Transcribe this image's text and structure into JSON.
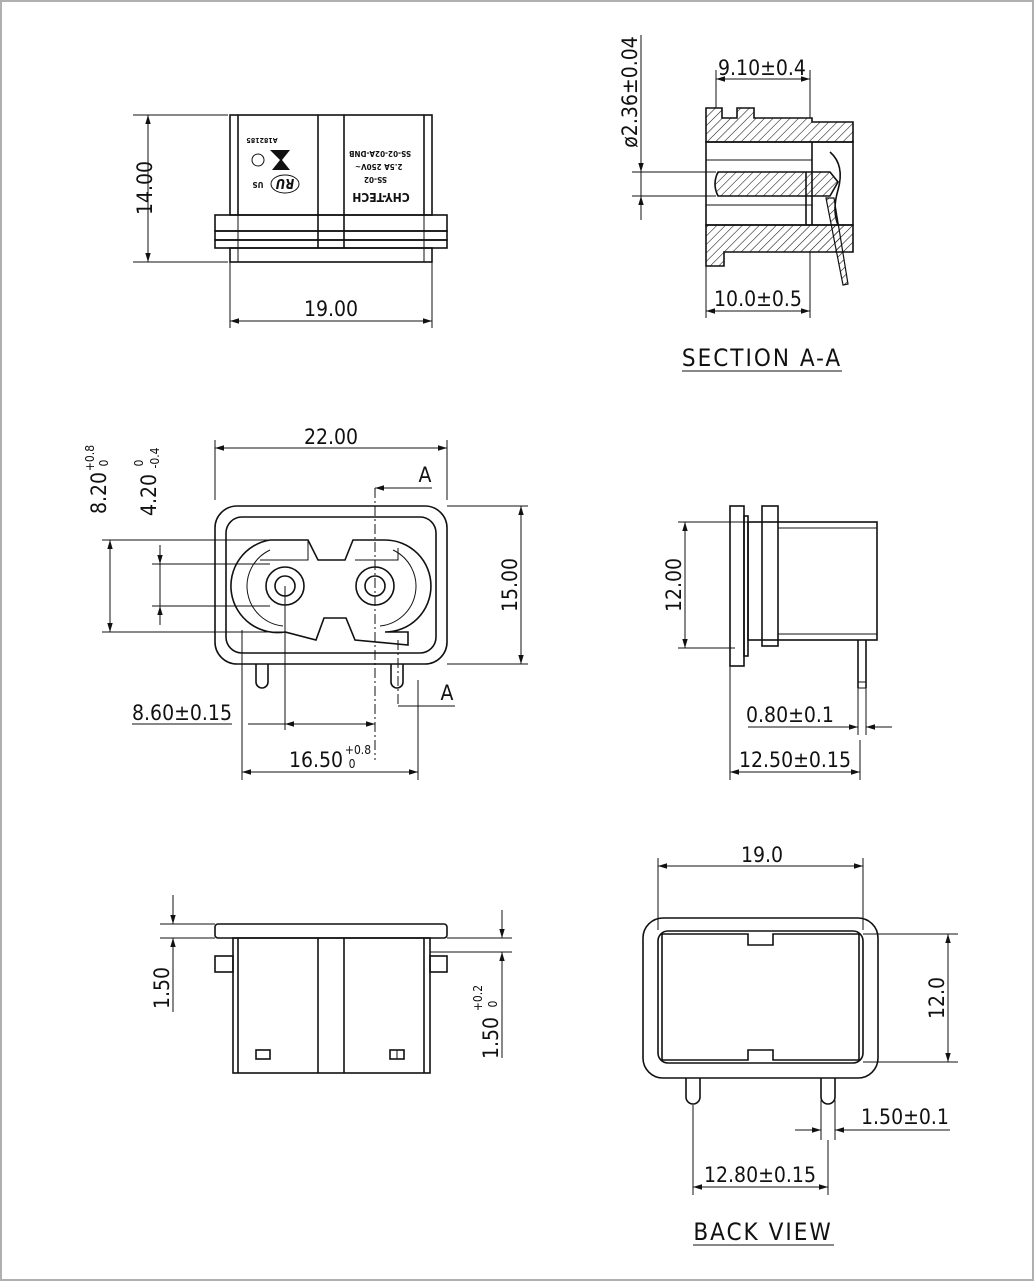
{
  "border_color": "#b0b0b0",
  "line_color": "#111111",
  "top_view": {
    "height_dim": "14.00",
    "width_dim": "19.00",
    "label_brand": "CHY-TECH",
    "label_model": "SS-02",
    "label_rating": "2.5A 250V~",
    "label_part": "SS-02-02A-DNB",
    "label_cert": "A182185",
    "label_ul": "US"
  },
  "section_view": {
    "dia_dim": "ø2.36±0.04",
    "depth_dim": "9.10±0.4",
    "length_dim": "10.0±0.5",
    "title": "SECTION A-A"
  },
  "front_view": {
    "width_dim": "22.00",
    "height_dim": "15.00",
    "dim_820": "8.20",
    "dim_820_tol_up": "+0.8",
    "dim_820_tol_dn": "0",
    "dim_420": "4.20",
    "dim_420_tol_up": "0",
    "dim_420_tol_dn": "-0.4",
    "dim_860": "8.60±0.15",
    "dim_1650": "16.50",
    "dim_1650_tol_up": "+0.8",
    "dim_1650_tol_dn": "0",
    "section_mark": "A"
  },
  "side_view": {
    "height_dim": "12.00",
    "pin_dim": "0.80±0.1",
    "depth_dim": "12.50±0.15"
  },
  "bottom_view": {
    "flange_dim": "1.50",
    "gap_dim": "1.50",
    "gap_tol_up": "+0.2",
    "gap_tol_dn": "0"
  },
  "back_view": {
    "width_dim": "19.0",
    "height_dim": "12.0",
    "pin_dim": "1.50±0.1",
    "pitch_dim": "12.80±0.15",
    "title": "BACK VIEW"
  }
}
